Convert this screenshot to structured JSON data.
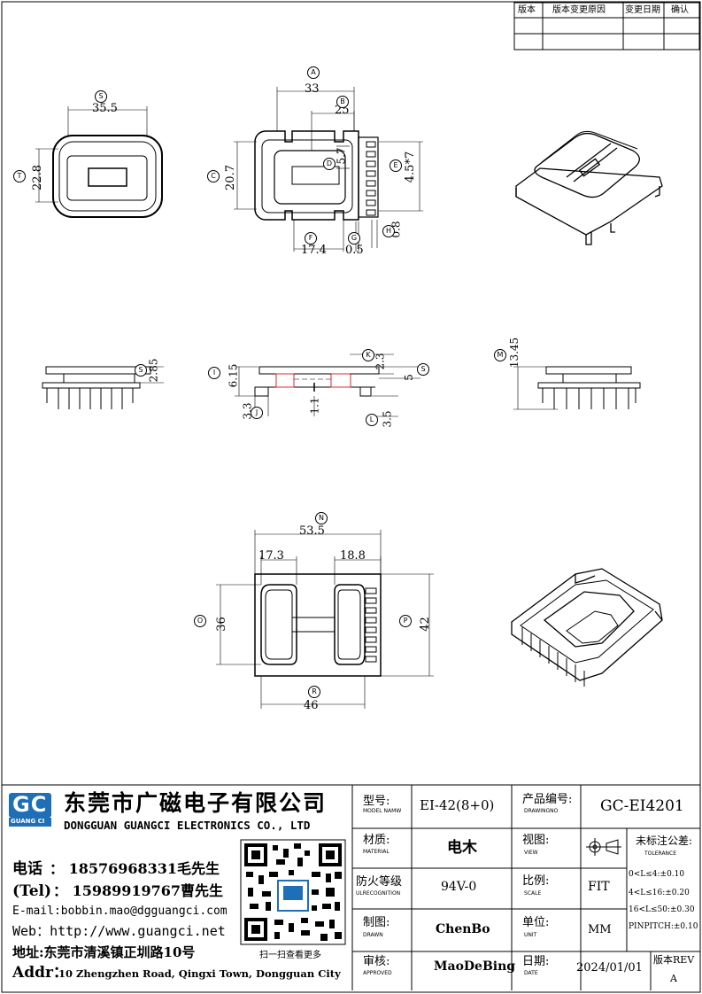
{
  "revision_table": {
    "headers": [
      "版本",
      "版本变更原因",
      "变更日期",
      "确认"
    ]
  },
  "dims": {
    "top": {
      "s": "35.5",
      "t": "22.8",
      "a": "33",
      "b": "25",
      "c": "20.7",
      "d": "5.7",
      "e": "4.5*7",
      "f": "17.4",
      "g": "0.5",
      "h": "0.8"
    },
    "side": {
      "s1": "2.85",
      "i": "6.15",
      "j": "3.3",
      "one": "1.1",
      "k": "2.3",
      "s2": "5",
      "l": "3.5",
      "m": "13.45"
    },
    "bottom": {
      "n": "53.5",
      "left_w": "17.3",
      "right_w": "18.8",
      "o": "36",
      "p": "42",
      "r": "46"
    }
  },
  "callouts": [
    "A",
    "B",
    "C",
    "D",
    "E",
    "F",
    "G",
    "H",
    "I",
    "J",
    "K",
    "L",
    "M",
    "N",
    "O",
    "P",
    "R",
    "S",
    "T"
  ],
  "company": {
    "logo_letters": "GC",
    "logo_caption": "GUANG CI",
    "name_cn": "东莞市广磁电子有限公司",
    "name_en": "DONGGUAN GUANGCI ELECTRONICS CO., LTD",
    "phone_label": "电话",
    "phone": "： 18576968331毛先生",
    "tel_label": "(Tel)",
    "tel": "： 15989919767曹先生",
    "email": "E-mail:bobbin.mao@dgguangci.com",
    "web": "Web：http://www.guangci.net",
    "addr_cn": "地址:东莞市清溪镇正圳路10号",
    "addr_en_label": "Addr：",
    "addr_en": "10 Zhengzhen Road, Qingxi Town, Dongguan City",
    "qr_caption": "扫一扫查看更多"
  },
  "title_block": {
    "model_label_cn": "型号:",
    "model_label_en": "MODEL NAMW",
    "model": "EI-42(8+0)",
    "drawingno_label_cn": "产品编号:",
    "drawingno_label_en": "DRAWINGNO",
    "drawingno": "GC-EI4201",
    "material_label_cn": "材质:",
    "material_label_en": "MATERIAL",
    "material": "电木",
    "view_label_cn": "视图:",
    "view_label_en": "VIEW",
    "tolerance_title_cn": "未标注公差:",
    "tolerance_title_en": "TOLERANCE",
    "tol1": "0<L≤4:±0.10",
    "tol2": "4<L≤16:±0.20",
    "tol3": "16<L≤50:±0.30",
    "tol4": "PINPITCH:±0.10",
    "flame_label_cn": "防火等级",
    "flame_label_en": "ULRECOGNITION",
    "flame": "94V-0",
    "scale_label_cn": "比例:",
    "scale_label_en": "SCALE",
    "scale": "FIT",
    "drawn_label_cn": "制图:",
    "drawn_label_en": "DRAWN",
    "drawn": "ChenBo",
    "unit_label_cn": "单位:",
    "unit_label_en": "UNIT",
    "unit": "MM",
    "approved_label_cn": "审核:",
    "approved_label_en": "APPROVED",
    "approved": "MaoDeBing",
    "date_label_cn": "日期:",
    "date_label_en": "DATE",
    "date": "2024/01/01",
    "rev_label": "版本REV",
    "rev": "A"
  }
}
